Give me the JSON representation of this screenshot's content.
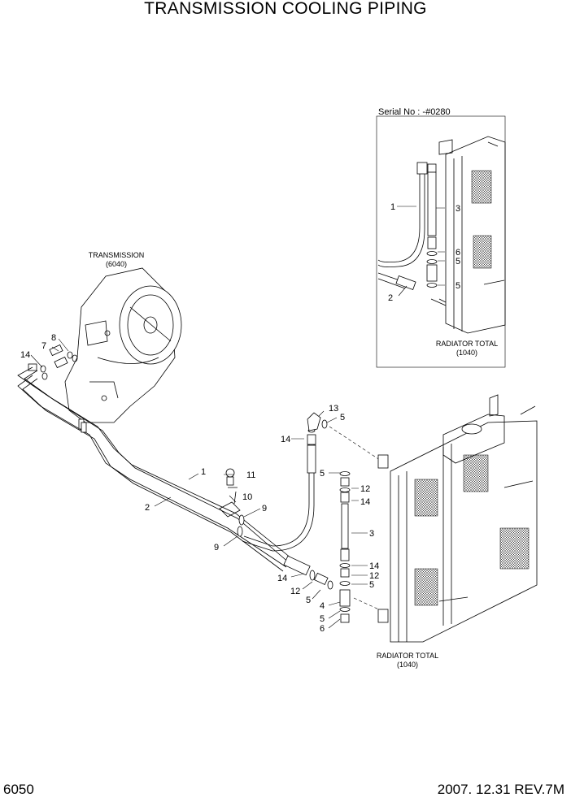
{
  "title": "TRANSMISSION COOLING PIPING",
  "page_number": "6050",
  "revision": "2007. 12.31  REV.7M",
  "inset": {
    "serial": "Serial No : -#0280",
    "radiator_label": "RADIATOR TOTAL",
    "radiator_code": "(1040)",
    "callouts": [
      "1",
      "2",
      "3",
      "6",
      "5",
      "5"
    ]
  },
  "main": {
    "transmission_label": "TRANSMISSION",
    "transmission_code": "(6040)",
    "radiator_label": "RADIATOR TOTAL",
    "radiator_code": "(1040)",
    "callouts": [
      "14",
      "7",
      "8",
      "1",
      "2",
      "11",
      "10",
      "9",
      "9",
      "13",
      "5",
      "14",
      "5",
      "12",
      "14",
      "3",
      "14",
      "12",
      "5",
      "14",
      "12",
      "5",
      "4",
      "5",
      "6"
    ]
  }
}
